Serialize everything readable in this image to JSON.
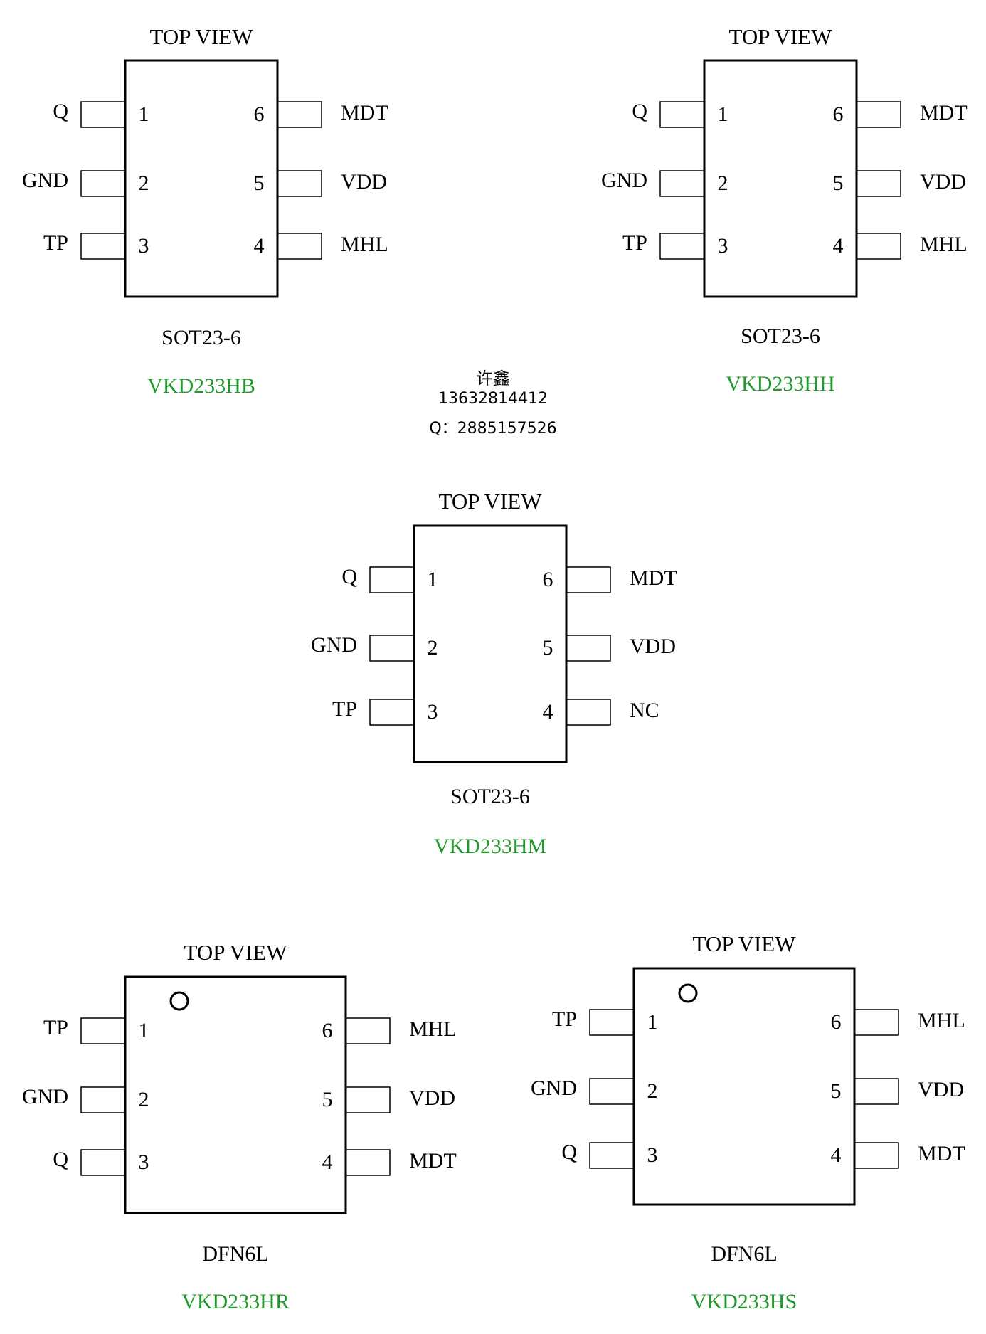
{
  "colors": {
    "part": "#1f9a2a",
    "ink": "#000000",
    "background": "#ffffff"
  },
  "contact": {
    "name": "许鑫",
    "phone": "13632814412",
    "qq": "Q：2885157526"
  },
  "diagrams": [
    {
      "id": "hb",
      "title": "TOP VIEW",
      "package": "SOT23-6",
      "part": "VKD233HB",
      "pin1_dot": false,
      "left_pins": [
        {
          "num": "1",
          "name": "Q"
        },
        {
          "num": "2",
          "name": "GND"
        },
        {
          "num": "3",
          "name": "TP"
        }
      ],
      "right_pins": [
        {
          "num": "6",
          "name": "MDT"
        },
        {
          "num": "5",
          "name": "VDD"
        },
        {
          "num": "4",
          "name": "MHL"
        }
      ]
    },
    {
      "id": "hh",
      "title": "TOP VIEW",
      "package": "SOT23-6",
      "part": "VKD233HH",
      "pin1_dot": false,
      "left_pins": [
        {
          "num": "1",
          "name": "Q"
        },
        {
          "num": "2",
          "name": "GND"
        },
        {
          "num": "3",
          "name": "TP"
        }
      ],
      "right_pins": [
        {
          "num": "6",
          "name": "MDT"
        },
        {
          "num": "5",
          "name": "VDD"
        },
        {
          "num": "4",
          "name": "MHL"
        }
      ]
    },
    {
      "id": "hm",
      "title": "TOP VIEW",
      "package": "SOT23-6",
      "part": "VKD233HM",
      "pin1_dot": false,
      "left_pins": [
        {
          "num": "1",
          "name": "Q"
        },
        {
          "num": "2",
          "name": "GND"
        },
        {
          "num": "3",
          "name": "TP"
        }
      ],
      "right_pins": [
        {
          "num": "6",
          "name": "MDT"
        },
        {
          "num": "5",
          "name": "VDD"
        },
        {
          "num": "4",
          "name": "NC"
        }
      ]
    },
    {
      "id": "hr",
      "title": "TOP VIEW",
      "package": "DFN6L",
      "part": "VKD233HR",
      "pin1_dot": true,
      "left_pins": [
        {
          "num": "1",
          "name": "TP"
        },
        {
          "num": "2",
          "name": "GND"
        },
        {
          "num": "3",
          "name": "Q"
        }
      ],
      "right_pins": [
        {
          "num": "6",
          "name": "MHL"
        },
        {
          "num": "5",
          "name": "VDD"
        },
        {
          "num": "4",
          "name": "MDT"
        }
      ]
    },
    {
      "id": "hs",
      "title": "TOP VIEW",
      "package": "DFN6L",
      "part": "VKD233HS",
      "pin1_dot": true,
      "left_pins": [
        {
          "num": "1",
          "name": "TP"
        },
        {
          "num": "2",
          "name": "GND"
        },
        {
          "num": "3",
          "name": "Q"
        }
      ],
      "right_pins": [
        {
          "num": "6",
          "name": "MHL"
        },
        {
          "num": "5",
          "name": "VDD"
        },
        {
          "num": "4",
          "name": "MDT"
        }
      ]
    }
  ]
}
